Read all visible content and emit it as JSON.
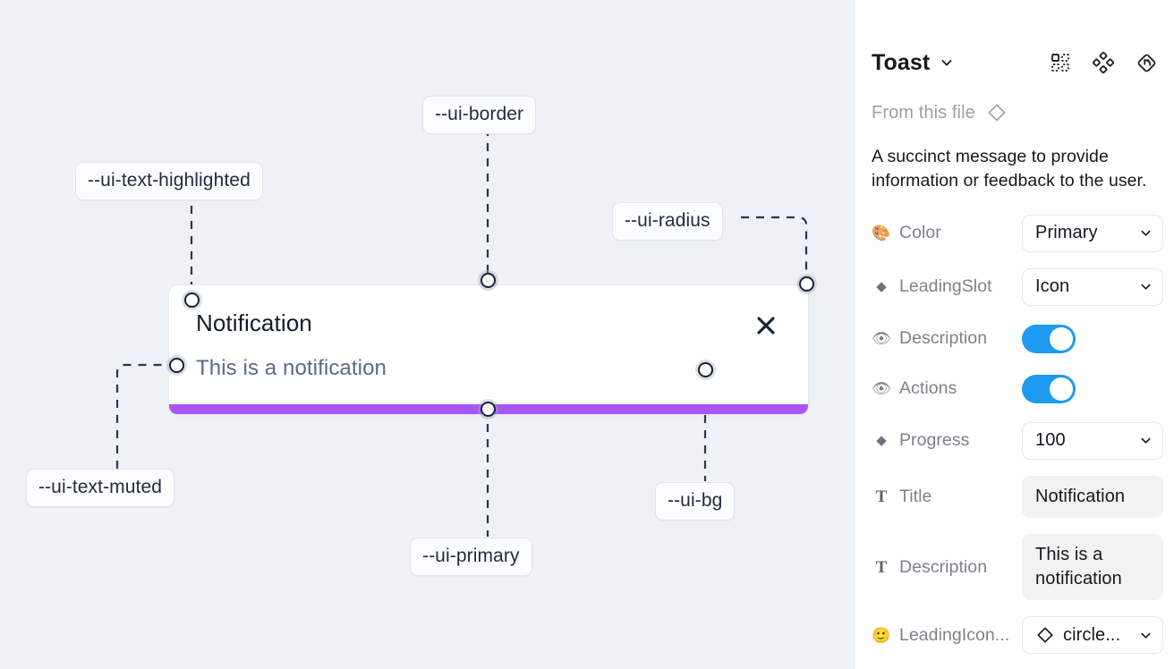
{
  "canvas": {
    "background_color": "#eef1f6",
    "tokens": [
      {
        "id": "ui-text-highlighted",
        "label": "--ui-text-highlighted"
      },
      {
        "id": "ui-border",
        "label": "--ui-border"
      },
      {
        "id": "ui-radius",
        "label": "--ui-radius"
      },
      {
        "id": "ui-text-muted",
        "label": "--ui-text-muted"
      },
      {
        "id": "ui-primary",
        "label": "--ui-primary"
      },
      {
        "id": "ui-bg",
        "label": "--ui-bg"
      }
    ],
    "toast": {
      "title": "Notification",
      "description": "This is a notification",
      "close_icon": "close-x-icon",
      "progress_color": "#a855f7",
      "background_color": "#ffffff",
      "border_color": "#e3e8ef",
      "title_color": "#121b2b",
      "description_color": "#5b6b86"
    }
  },
  "panel": {
    "title": "Toast",
    "title_caret_icon": "chevron-down-icon",
    "header_icons": [
      {
        "name": "component-grid-icon"
      },
      {
        "name": "variants-diamond-icon"
      },
      {
        "name": "reset-instance-icon"
      }
    ],
    "from_file_label": "From this file",
    "from_file_icon": "diamond-outline-icon",
    "description": "A succinct message to provide information or feedback to the user.",
    "properties": [
      {
        "label": "Color",
        "icon": "palette-icon",
        "icon_glyph": "🎨",
        "icon_kind": "emoji",
        "control": "select",
        "value": "Primary"
      },
      {
        "label": "LeadingSlot",
        "icon": "diamond-filled-icon",
        "icon_glyph": "◆",
        "icon_kind": "diamond",
        "control": "select",
        "value": "Icon"
      },
      {
        "label": "Description",
        "icon": "eye-icon",
        "icon_glyph": "👁",
        "icon_kind": "emoji",
        "control": "toggle",
        "value": "on",
        "accent_color": "#1d9bf0"
      },
      {
        "label": "Actions",
        "icon": "eye-icon",
        "icon_glyph": "👁",
        "icon_kind": "emoji",
        "control": "toggle",
        "value": "on",
        "accent_color": "#1d9bf0"
      },
      {
        "label": "Progress",
        "icon": "diamond-filled-icon",
        "icon_glyph": "◆",
        "icon_kind": "diamond",
        "control": "select",
        "value": "100"
      },
      {
        "label": "Title",
        "icon": "text-type-icon",
        "icon_glyph": "T",
        "icon_kind": "serif-t",
        "control": "text",
        "value": "Notification"
      },
      {
        "label": "Description",
        "icon": "text-type-icon",
        "icon_glyph": "T",
        "icon_kind": "serif-t",
        "control": "text",
        "value": "This is a notification"
      },
      {
        "label": "LeadingIcon...",
        "icon": "smiley-icon",
        "icon_glyph": "🙂",
        "icon_kind": "emoji",
        "control": "select-icon",
        "value": "circle...",
        "lead_icon": "diamond-outline-icon"
      }
    ]
  }
}
